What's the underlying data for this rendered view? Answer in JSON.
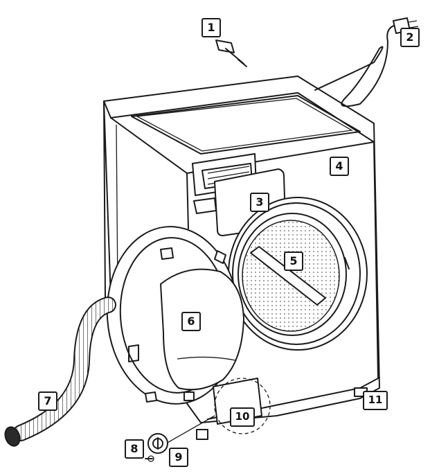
{
  "colors": {
    "line": "#1a1a1a",
    "mesh": "#9a9a9a",
    "background": "#ffffff"
  },
  "callouts": [
    {
      "number": "1"
    },
    {
      "number": "2"
    },
    {
      "number": "3"
    },
    {
      "number": "4"
    },
    {
      "number": "5"
    },
    {
      "number": "6"
    },
    {
      "number": "7"
    },
    {
      "number": "8"
    },
    {
      "number": "9"
    },
    {
      "number": "10"
    },
    {
      "number": "11"
    }
  ]
}
